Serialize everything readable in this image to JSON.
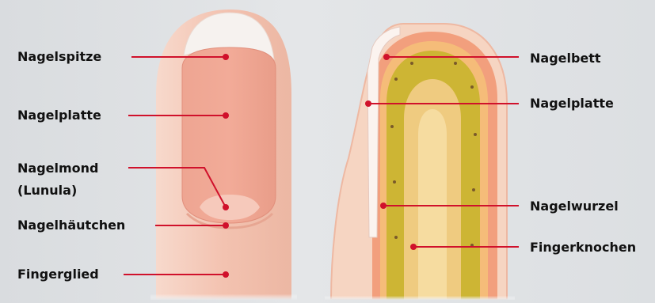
{
  "labels": {
    "left": {
      "tip": "Nagelspitze",
      "plate": "Nagelplatte",
      "lunula_1": "Nagelmond",
      "lunula_2": "(Lunula)",
      "cuticle": "Nagelhäutchen",
      "phalanx": "Fingerglied"
    },
    "right": {
      "bed": "Nagelbett",
      "plate": "Nagelplatte",
      "root": "Nagelwurzel",
      "bone": "Fingerknochen"
    }
  },
  "colors": {
    "leader": "#d0112b",
    "skin": "#f2b7a2",
    "nail": "#f0a795",
    "bone": "#c9b02a"
  }
}
